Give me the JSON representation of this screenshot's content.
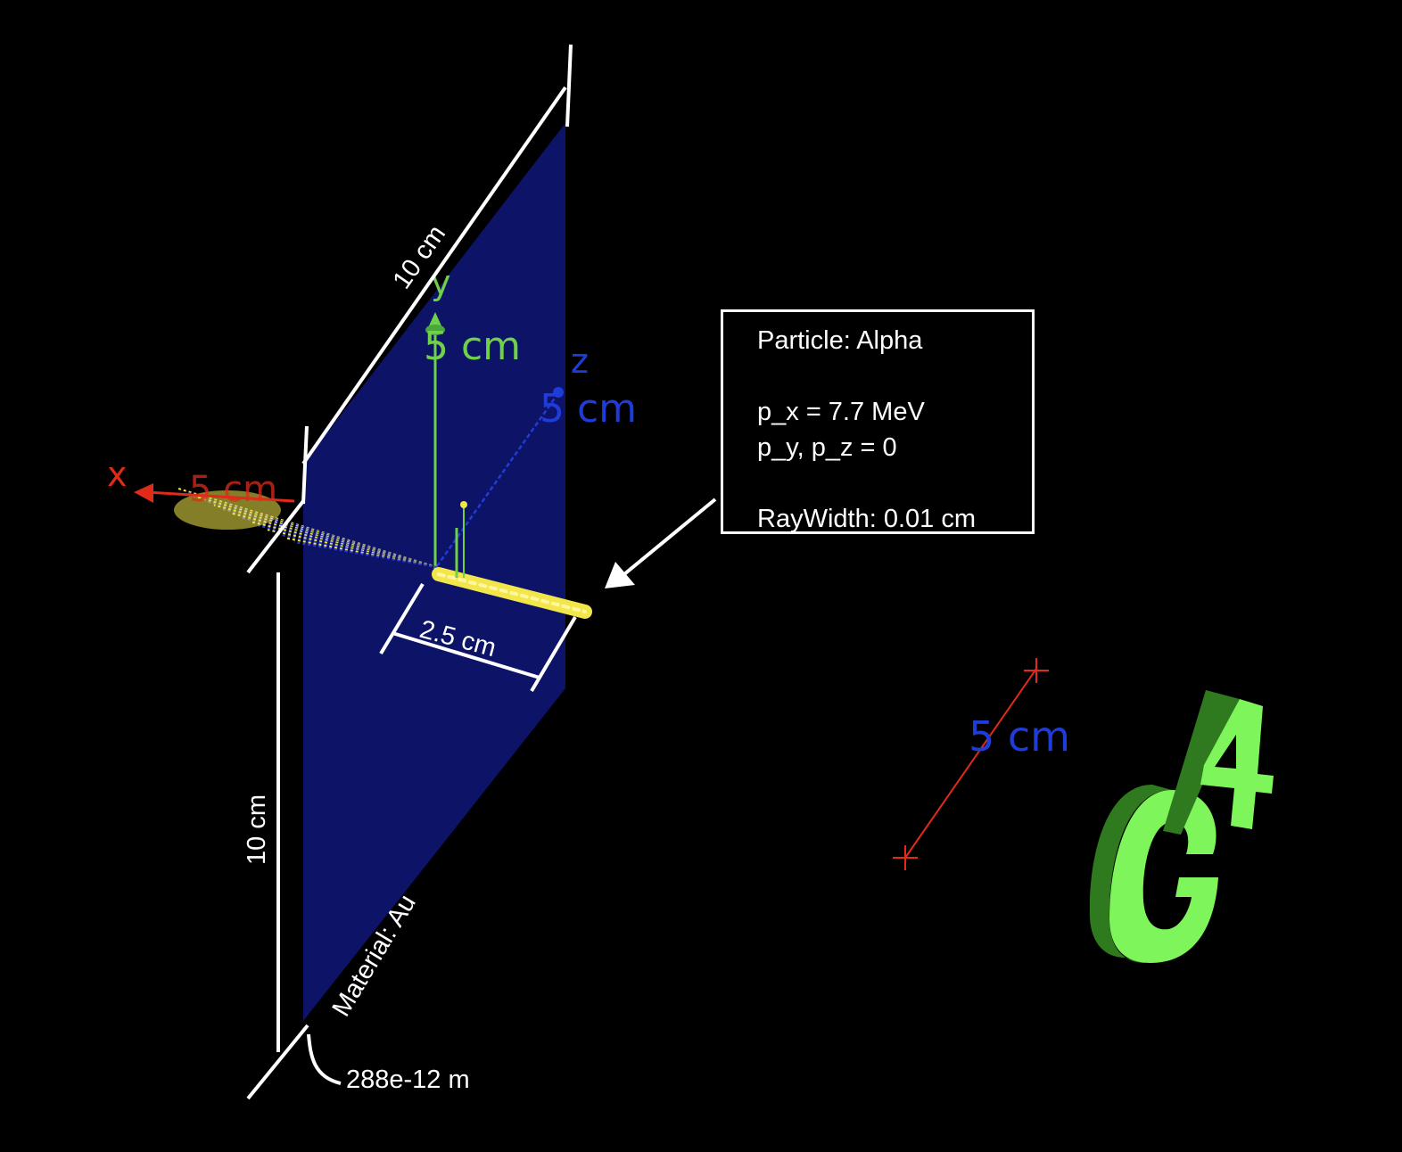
{
  "scene": {
    "annotations": {
      "top_edge": "10 cm",
      "left_edge": "10 cm",
      "depth": "2.5 cm",
      "material": "Material: Au",
      "thickness": "288e-12 m"
    },
    "axes": {
      "x_label": "x",
      "x_scale": "5 cm",
      "y_label": "y",
      "y_scale": "5 cm",
      "z_label": "z",
      "z_scale": "5 cm"
    },
    "scale_bar": {
      "label": "5 cm"
    },
    "logo": {
      "icon": "g4-logo-icon",
      "text": "G4"
    }
  },
  "info_box": {
    "particle": "Particle: Alpha",
    "px": "p_x = 7.7 MeV",
    "pypz": "p_y, p_z = 0",
    "ray_width": "RayWidth: 0.01 cm"
  },
  "colors": {
    "background": "#000000",
    "foil": "#0d1366",
    "annotation": "#ffffff",
    "x_axis": "#e02a1a",
    "y_axis": "#6fd14a",
    "z_axis": "#1f3cd8",
    "tracks": "#f2e64a",
    "logo_front": "#7ef55a",
    "logo_side": "#2f7a1e"
  }
}
